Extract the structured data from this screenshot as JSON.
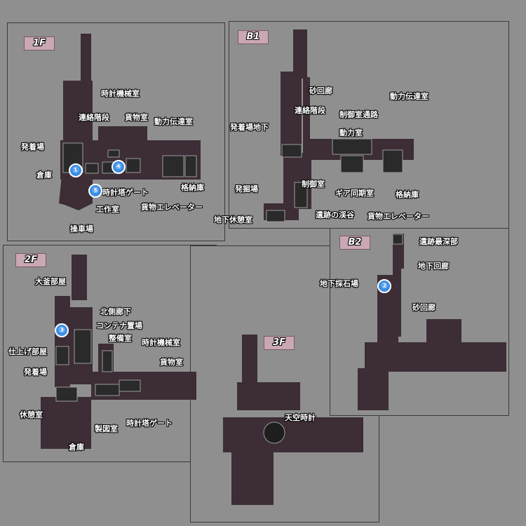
{
  "floors": {
    "f1": {
      "tag": "1F",
      "labels": [
        "時計機械室",
        "連絡階段",
        "貨物室",
        "動力伝達室",
        "発着場",
        "倉庫",
        "時計塔ゲート",
        "格納庫",
        "工作室",
        "貨物エレベーター",
        "操車場"
      ],
      "markers": [
        "①",
        "④",
        "⑤"
      ]
    },
    "b1": {
      "tag": "B1",
      "labels": [
        "砂回廊",
        "連絡階段",
        "制御室通路",
        "動力伝達室",
        "動力室",
        "発着場地下",
        "発掘場",
        "制御室",
        "ギア同期室",
        "格納庫",
        "地下休憩室",
        "遺跡の渓谷",
        "貨物エレベーター"
      ]
    },
    "b2": {
      "tag": "B2",
      "labels": [
        "遺跡最深部",
        "地下回廊",
        "地下採石場",
        "砂回廊"
      ],
      "markers": [
        "②"
      ]
    },
    "f2": {
      "tag": "2F",
      "labels": [
        "大釜部屋",
        "北側廊下",
        "コンテナ置場",
        "整備室",
        "時計機械室",
        "仕上げ部屋",
        "貨物室",
        "発着場",
        "休憩室",
        "時計塔ゲート",
        "製図室",
        "倉庫"
      ],
      "markers": [
        "③"
      ]
    },
    "f3": {
      "tag": "3F",
      "labels": [
        "天空時計"
      ]
    }
  },
  "colors": {
    "wall": "#3d2d36",
    "room": "#2a2a2a",
    "room_border": "#9a9a9a",
    "background": "#8f8f8f",
    "tag": "#c9a7b4",
    "marker": "#3a8ee6"
  }
}
